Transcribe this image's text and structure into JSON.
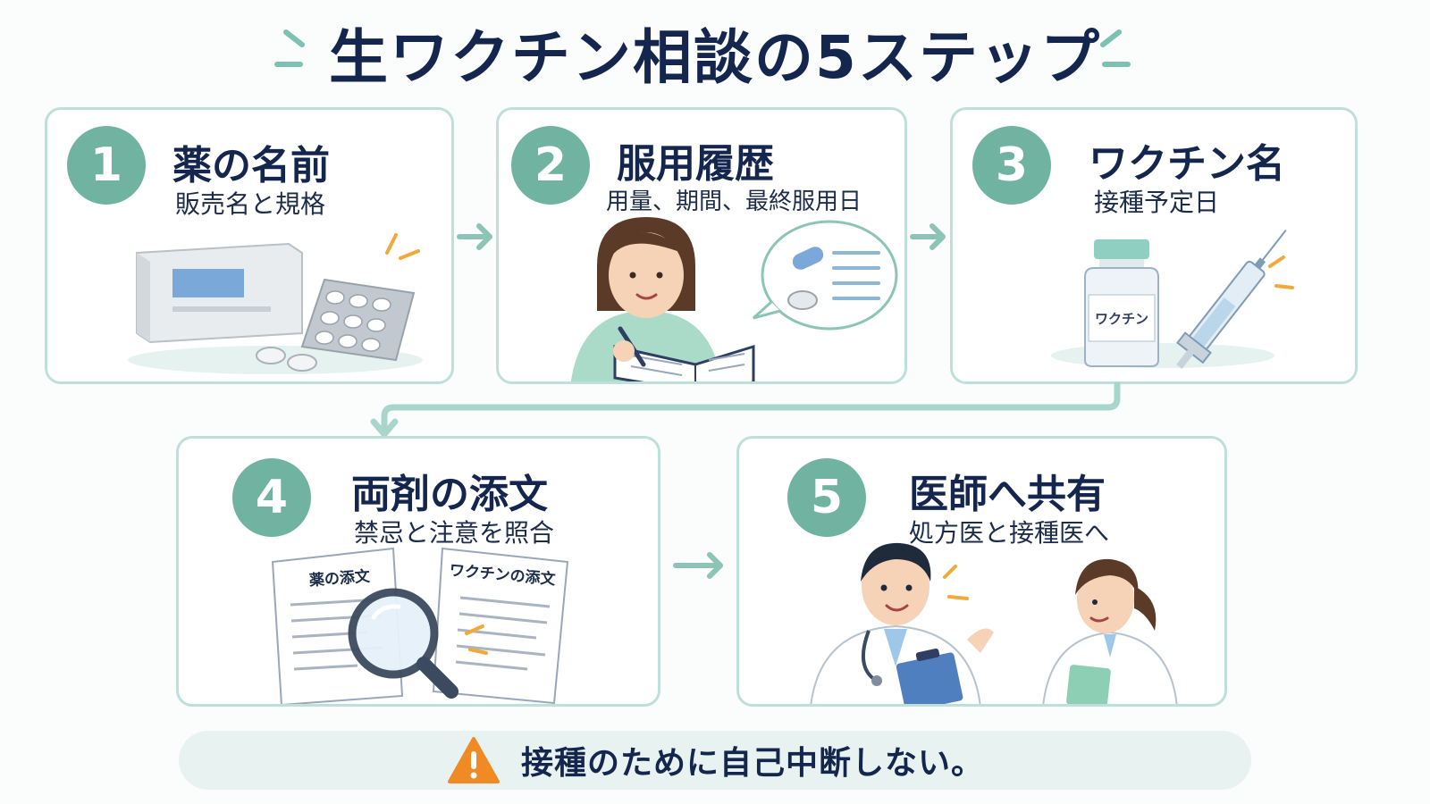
{
  "title": "生ワクチン相談の5ステップ",
  "steps": [
    {
      "number": "1",
      "title": "薬の名前",
      "subtitle": "販売名と規格"
    },
    {
      "number": "2",
      "title": "服用履歴",
      "subtitle": "用量、期間、最終服用日"
    },
    {
      "number": "3",
      "title": "ワクチン名",
      "subtitle": "接種予定日",
      "vial_label": "ワクチン"
    },
    {
      "number": "4",
      "title": "両剤の添文",
      "subtitle": "禁忌と注意を照合",
      "doc_left_label": "薬の添文",
      "doc_right_label": "ワクチンの添文"
    },
    {
      "number": "5",
      "title": "医師へ共有",
      "subtitle": "処方医と接種医へ"
    }
  ],
  "warning": {
    "text": "接種のために自己中断しない。",
    "icon": "warning-triangle-icon"
  },
  "colors": {
    "accent": "#6fb3a0",
    "border": "#bfe0da",
    "title": "#14264d",
    "warning": "#f08a24"
  }
}
